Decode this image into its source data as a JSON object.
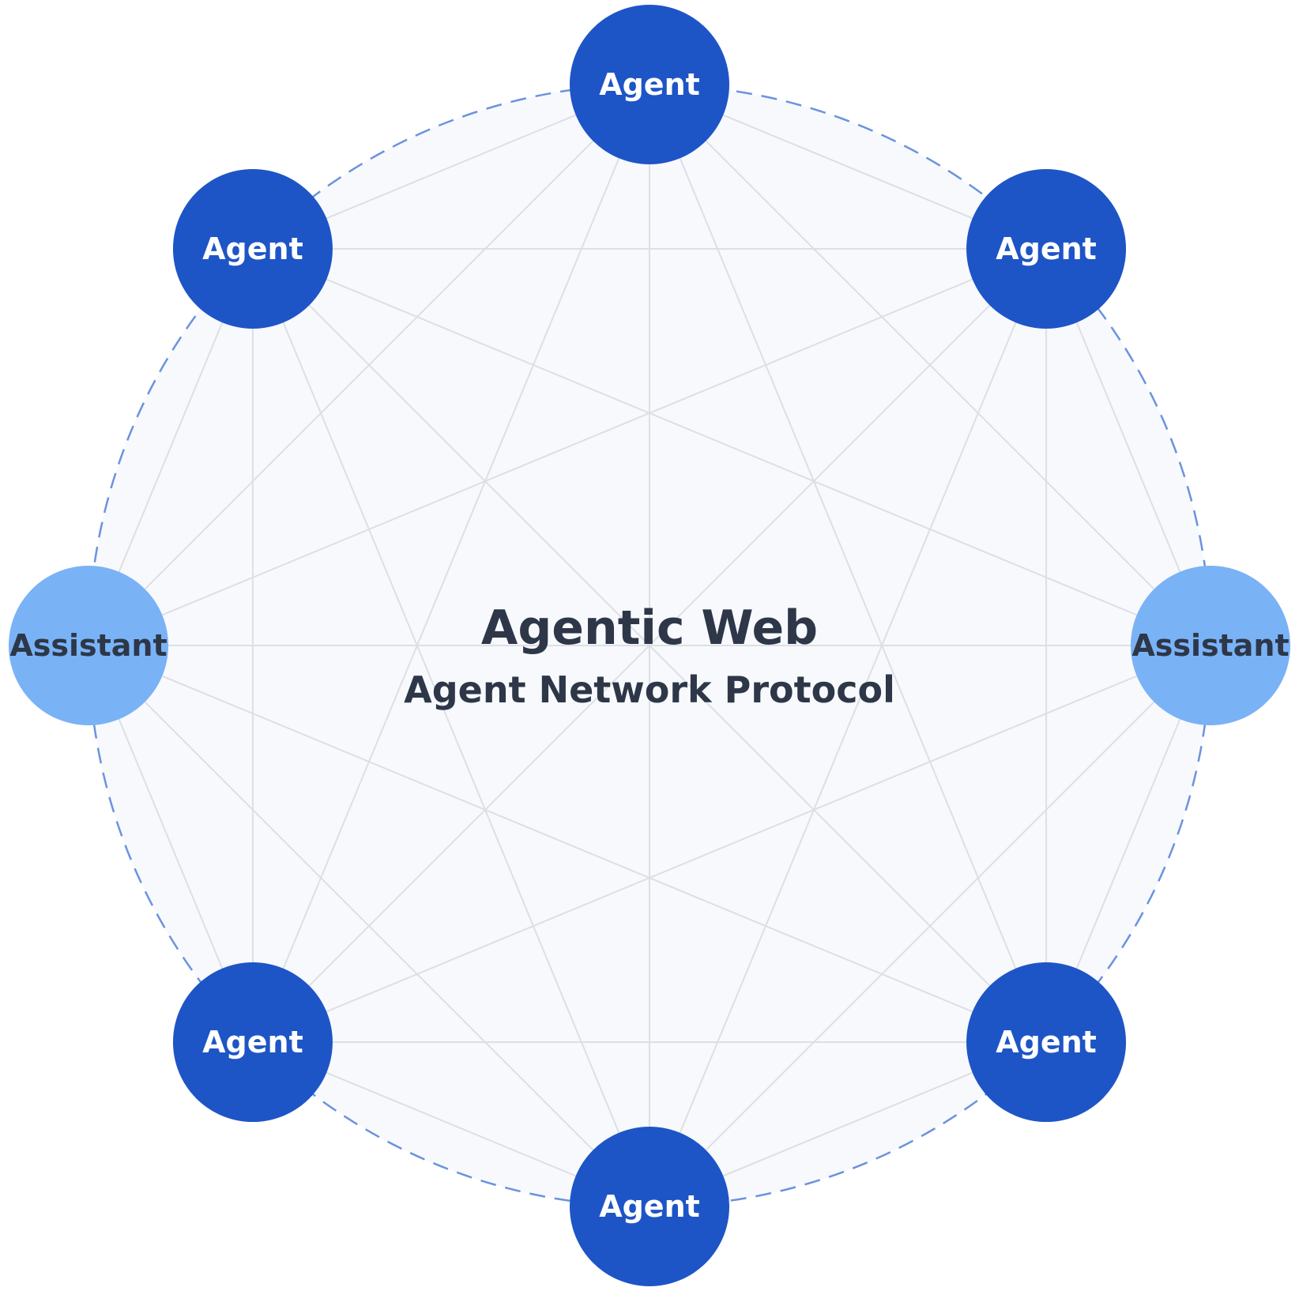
{
  "title": "Agentic Web",
  "subtitle": "Agent Network Protocol",
  "nodes": [
    {
      "id": "top",
      "label": "Agent",
      "kind": "agent"
    },
    {
      "id": "top-right",
      "label": "Agent",
      "kind": "agent"
    },
    {
      "id": "right",
      "label": "Assistant",
      "kind": "assistant"
    },
    {
      "id": "bottom-right",
      "label": "Agent",
      "kind": "agent"
    },
    {
      "id": "bottom",
      "label": "Agent",
      "kind": "agent"
    },
    {
      "id": "bottom-left",
      "label": "Agent",
      "kind": "agent"
    },
    {
      "id": "left",
      "label": "Assistant",
      "kind": "assistant"
    },
    {
      "id": "top-left",
      "label": "Agent",
      "kind": "agent"
    }
  ],
  "colors": {
    "agent_fill": "#1e55c6",
    "agent_text": "#ffffff",
    "assistant_fill": "#7ab2f6",
    "assistant_text": "#2d3748",
    "ring_fill": "#f7f9fd",
    "ring_stroke": "#6b93de",
    "edge": "#dddfe4",
    "center_text": "#2d3748"
  },
  "icons": {
    "node": "circle"
  }
}
